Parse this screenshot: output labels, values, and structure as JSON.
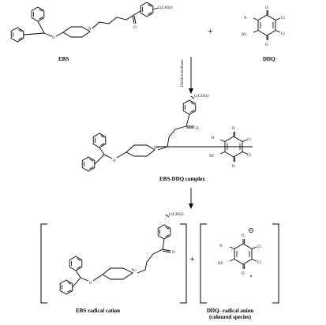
{
  "reactant_label": "EBS",
  "reagent_label": "DDQ",
  "plus_sign": "+",
  "condition": "Dichloromethane",
  "complex_label": "EBS-DDQ complex",
  "radical_cation_label": "EBS radical cation",
  "radical_anion_label": "DDQ- radical anion",
  "radical_anion_note": "(coloured species)",
  "atoms": {
    "substituent": "C(CH3)3",
    "nitrogen": "N",
    "nitrogen_plus": "N+",
    "oxygen": "O",
    "chlorine": "Cl",
    "cyano": "NC",
    "cyano_right": "N"
  },
  "colors": {
    "ink": "#000000",
    "background": "#ffffff"
  }
}
